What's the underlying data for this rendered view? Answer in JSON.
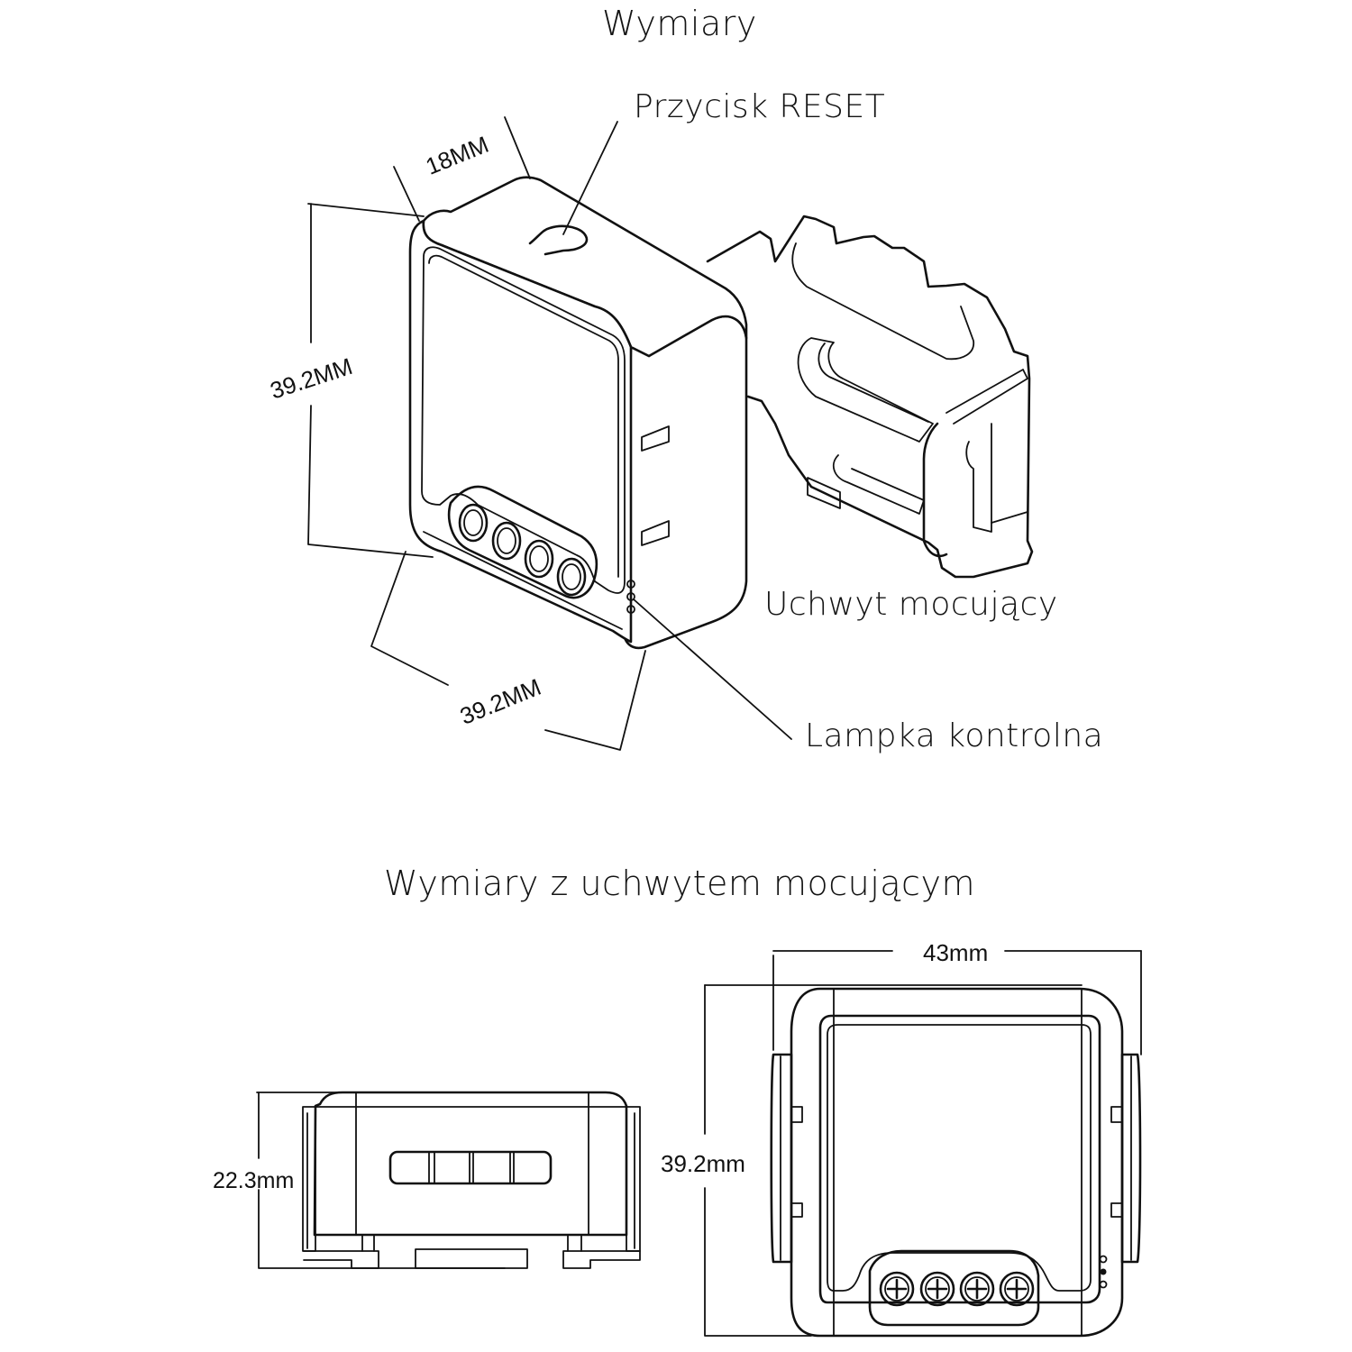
{
  "sections": {
    "top_title": "Wymiary",
    "bottom_title": "Wymiary z uchwytem mocującym"
  },
  "callouts": {
    "reset_button": "Przycisk RESET",
    "mounting_bracket": "Uchwyt mocujący",
    "indicator_light": "Lampka kontrolna"
  },
  "dimensions": {
    "iso_depth": "18MM",
    "iso_height": "39.2MM",
    "iso_width": "39.2MM",
    "side_height": "22.3mm",
    "front_width": "43mm",
    "front_height": "39.2mm"
  },
  "device": {
    "terminal_count": 4,
    "indicator_led_count": 3
  }
}
